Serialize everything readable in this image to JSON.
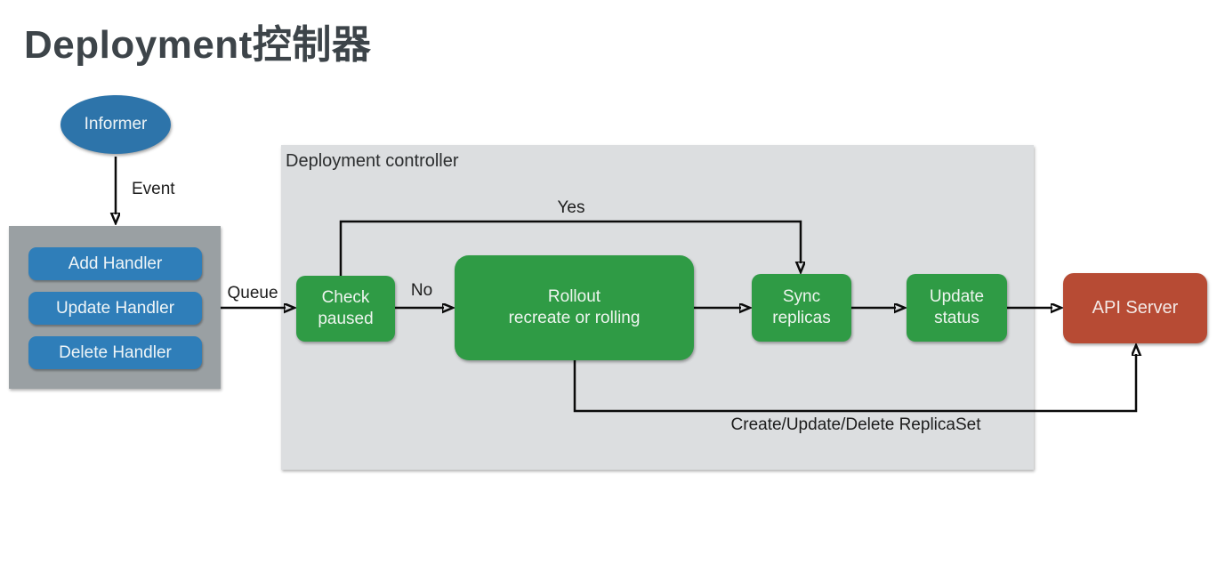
{
  "page": {
    "title": "Deployment控制器",
    "background": "#ffffff"
  },
  "informer": {
    "label": "Informer",
    "color": "#2d74aa"
  },
  "handlers": {
    "container_color": "#9aa0a3",
    "button_color": "#2f7eb9",
    "items": [
      {
        "label": "Add Handler"
      },
      {
        "label": "Update Handler"
      },
      {
        "label": "Delete Handler"
      }
    ]
  },
  "controller": {
    "title": "Deployment controller",
    "color": "#dcdee0"
  },
  "nodes": {
    "node_color": "#2f9b45",
    "check_paused": {
      "line1": "Check",
      "line2": "paused"
    },
    "rollout": {
      "line1": "Rollout",
      "line2": "recreate or rolling"
    },
    "sync_replicas": {
      "line1": "Sync",
      "line2": "replicas"
    },
    "update_status": {
      "line1": "Update",
      "line2": "status"
    },
    "api_server": {
      "label": "API Server",
      "color": "#b74b34"
    }
  },
  "edge_labels": {
    "event": "Event",
    "queue": "Queue",
    "no": "No",
    "yes": "Yes",
    "replicaset": "Create/Update/Delete ReplicaSet"
  }
}
